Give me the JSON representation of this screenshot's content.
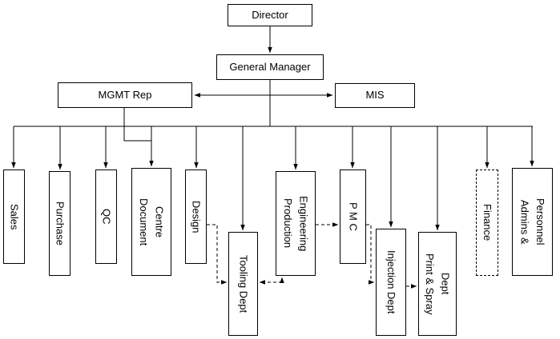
{
  "diagram": {
    "type": "org-chart",
    "nodes": {
      "director": {
        "label": "Director"
      },
      "general_manager": {
        "label": "General Manager"
      },
      "mgmt_rep": {
        "label": "MGMT Rep"
      },
      "mis": {
        "label": "MIS"
      },
      "sales": {
        "label": "Sales"
      },
      "purchase": {
        "label": "Purchase"
      },
      "qc": {
        "label": "QC"
      },
      "document_centre": {
        "lines": [
          "Document",
          "Centre"
        ]
      },
      "design": {
        "label": "Design"
      },
      "tooling": {
        "label": "Tooling Dept"
      },
      "production_engineering": {
        "lines": [
          "Production",
          "Engineering"
        ]
      },
      "pmc": {
        "label": "P M C"
      },
      "injection": {
        "label": "Injection Dept"
      },
      "print_spray": {
        "lines": [
          "Print & Spray",
          "Dept"
        ]
      },
      "finance": {
        "label": "Finance"
      },
      "admins_personnel": {
        "lines": [
          "Admins &",
          "Personnel"
        ]
      }
    },
    "edges": [
      {
        "from": "Director",
        "to": "General Manager",
        "style": "solid"
      },
      {
        "from": "General Manager",
        "to": "MGMT Rep",
        "style": "solid",
        "bidirectional": true
      },
      {
        "from": "General Manager",
        "to": "MIS",
        "style": "solid",
        "bidirectional": true
      },
      {
        "from": "General Manager",
        "to": "Sales",
        "style": "solid"
      },
      {
        "from": "General Manager",
        "to": "Purchase",
        "style": "solid"
      },
      {
        "from": "General Manager",
        "to": "QC",
        "style": "solid"
      },
      {
        "from": "General Manager",
        "to": "Document Centre",
        "style": "solid"
      },
      {
        "from": "MGMT Rep",
        "to": "Document Centre",
        "style": "solid"
      },
      {
        "from": "General Manager",
        "to": "Design",
        "style": "solid"
      },
      {
        "from": "General Manager",
        "to": "Tooling Dept",
        "style": "solid"
      },
      {
        "from": "General Manager",
        "to": "Production Engineering",
        "style": "solid"
      },
      {
        "from": "General Manager",
        "to": "P M C",
        "style": "solid"
      },
      {
        "from": "General Manager",
        "to": "Injection Dept",
        "style": "solid"
      },
      {
        "from": "General Manager",
        "to": "Print & Spray Dept",
        "style": "solid"
      },
      {
        "from": "General Manager",
        "to": "Finance",
        "style": "solid"
      },
      {
        "from": "General Manager",
        "to": "Admins & Personnel",
        "style": "solid"
      },
      {
        "from": "Design",
        "to": "Tooling Dept",
        "style": "dashed"
      },
      {
        "from": "Production Engineering",
        "to": "Tooling Dept",
        "style": "dashed",
        "bidirectional": true
      },
      {
        "from": "Production Engineering",
        "to": "P M C",
        "style": "dashed"
      },
      {
        "from": "P M C",
        "to": "Injection Dept",
        "style": "dashed"
      },
      {
        "from": "Injection Dept",
        "to": "Print & Spray Dept",
        "style": "dashed"
      }
    ],
    "colors": {
      "line": "#000000",
      "box_bg": "#ffffff",
      "text": "#000000"
    }
  }
}
